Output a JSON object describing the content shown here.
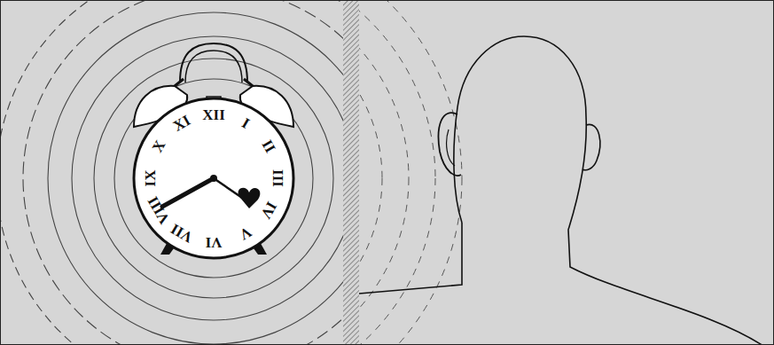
{
  "diagram": {
    "labels": [
      "XII",
      "I",
      "II",
      "III",
      "IV",
      "V",
      "VI",
      "VII",
      "VIII",
      "IX",
      "X",
      "XI"
    ]
  }
}
